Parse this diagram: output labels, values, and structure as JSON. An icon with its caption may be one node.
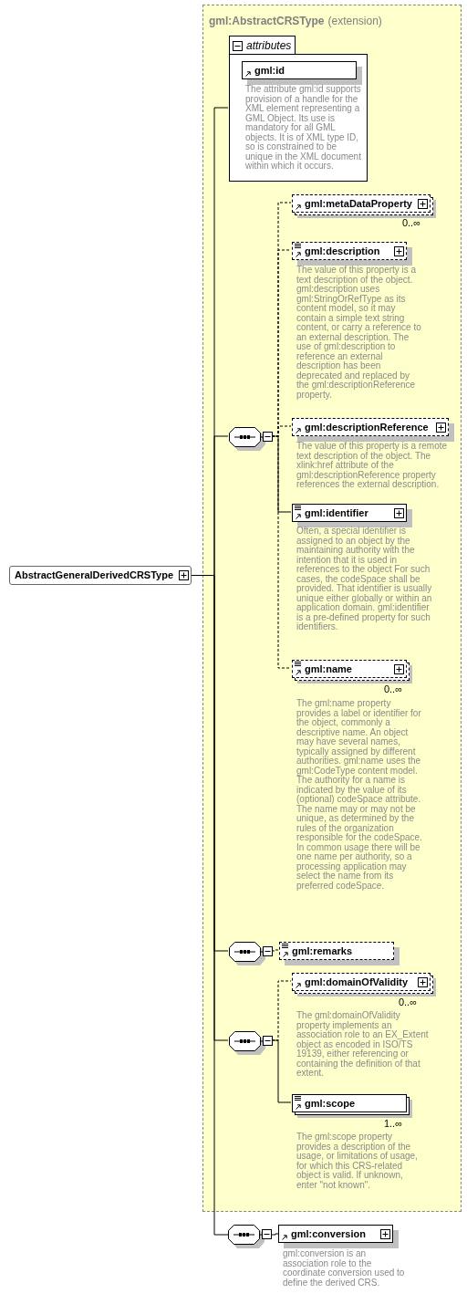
{
  "diagram": {
    "nodes": [
      {
        "text": [
          "AbstractGeneralDerivedCRSType"
        ]
      },
      {
        "text": [
          "gml:AbstractCRSType",
          "(extension)"
        ]
      },
      {
        "text": [
          "attributes"
        ],
        "in": 1
      },
      {
        "text": [
          "gml:id"
        ],
        "in": 2,
        "beside": [
          "The attribute gml:id supports provision of a handle for the XML element representing a GML Object. Its use is mandatory for all GML objects. It is of XML type ID, so is constrained to be unique in the XML document within which it occurs."
        ]
      },
      {
        "text": [],
        "shape": "octagon",
        "in": 1
      },
      {
        "text": [
          "gml:metaDataProperty"
        ],
        "in": 1,
        "beside": [
          "0..∞"
        ]
      },
      {
        "text": [
          "gml:description"
        ],
        "in": 1,
        "beside": [
          "The value of this property is a text description of the object. gml:description uses gml:StringOrRefType as its content model, so it may contain a simple text string content, or carry a reference to an external description. The use of gml:description to reference an external description has been deprecated and replaced by the gml:descriptionReference property."
        ]
      },
      {
        "text": [
          "gml:descriptionReference"
        ],
        "in": 1,
        "beside": [
          "The value of this property is a remote text description of the object. The xlink:href attribute of the gml:descriptionReference property references the external description."
        ]
      },
      {
        "text": [
          "gml:identifier"
        ],
        "in": 1,
        "beside": [
          "Often, a special identifier is assigned to an object by the maintaining authority with the intention that it is used in references to the object For such cases, the codeSpace shall be provided. That identifier is usually unique either globally or within an application domain. gml:identifier is a pre-defined property for such identifiers."
        ]
      },
      {
        "text": [
          "gml:name"
        ],
        "in": 1,
        "beside": [
          "0..∞",
          "The gml:name property provides a label or identifier for the object, commonly a descriptive name. An object may have several names, typically assigned by different authorities. gml:name uses the gml:CodeType content model. The authority for a name is indicated by the value of its (optional) codeSpace attribute. The name may or may not be unique, as determined by the rules of the organization responsible for the codeSpace. In common usage there will be one name per authority, so a processing application may select the name from its preferred codeSpace."
        ]
      },
      {
        "text": [],
        "shape": "octagon",
        "in": 1
      },
      {
        "text": [
          "gml:remarks"
        ],
        "in": 1
      },
      {
        "text": [],
        "shape": "octagon",
        "in": 1
      },
      {
        "text": [
          "gml:domainOfValidity"
        ],
        "in": 1,
        "beside": [
          "0..∞",
          "The gml:domainOfValidity property implements an association role to an EX_Extent object as encoded in ISO/TS 19139, either referencing or containing the definition of that extent."
        ]
      },
      {
        "text": [
          "gml:scope"
        ],
        "in": 1,
        "beside": [
          "1..∞",
          "The gml:scope property provides a description of the usage, or limitations of usage, for which this CRS-related object is valid. If unknown, enter \"not known\"."
        ]
      },
      {
        "text": [],
        "shape": "octagon"
      },
      {
        "text": [
          "gml:conversion"
        ],
        "beside": [
          "gml:conversion is an association role to the coordinate conversion used to define the derived CRS."
        ]
      }
    ],
    "edges": [
      {
        "from": 0,
        "to": 2,
        "arrow": "none"
      },
      {
        "from": 0,
        "to": 4,
        "arrow": "none"
      },
      {
        "from": 0,
        "to": 10,
        "arrow": "none"
      },
      {
        "from": 0,
        "to": 12,
        "arrow": "none"
      },
      {
        "from": 0,
        "to": 15,
        "arrow": "none"
      },
      {
        "from": 4,
        "to": 5,
        "arrow": "none",
        "style": "dashed"
      },
      {
        "from": 4,
        "to": 6,
        "arrow": "none",
        "style": "dashed"
      },
      {
        "from": 4,
        "to": 7,
        "arrow": "none",
        "style": "dashed"
      },
      {
        "from": 4,
        "to": 8,
        "arrow": "none"
      },
      {
        "from": 4,
        "to": 9,
        "arrow": "none",
        "style": "dashed"
      },
      {
        "from": 10,
        "to": 11,
        "arrow": "none",
        "style": "dashed"
      },
      {
        "from": 12,
        "to": 13,
        "arrow": "none",
        "style": "dashed"
      },
      {
        "from": 12,
        "to": 14,
        "arrow": "none"
      },
      {
        "from": 15,
        "to": 16,
        "arrow": "none"
      }
    ]
  }
}
